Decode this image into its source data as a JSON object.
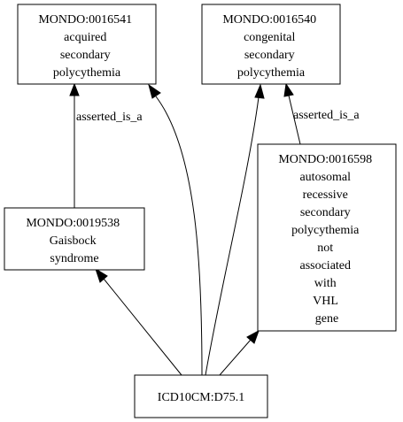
{
  "nodes": {
    "n16541": {
      "id": "MONDO:0016541",
      "label_lines": [
        "acquired",
        "secondary",
        "polycythemia"
      ]
    },
    "n16540": {
      "id": "MONDO:0016540",
      "label_lines": [
        "congenital",
        "secondary",
        "polycythemia"
      ]
    },
    "n16598": {
      "id": "MONDO:0016598",
      "label_lines": [
        "autosomal",
        "recessive",
        "secondary",
        "polycythemia",
        "not",
        "associated",
        "with",
        "VHL",
        "gene"
      ]
    },
    "n19538": {
      "id": "MONDO:0019538",
      "label_lines": [
        "Gaisbock",
        "syndrome"
      ]
    },
    "icd": {
      "id": "ICD10CM:D75.1",
      "label_lines": []
    }
  },
  "edges": [
    {
      "from": "n19538",
      "to": "n16541",
      "label": "asserted_is_a"
    },
    {
      "from": "n16598",
      "to": "n16540",
      "label": "asserted_is_a"
    },
    {
      "from": "icd",
      "to": "n16541",
      "label": ""
    },
    {
      "from": "icd",
      "to": "n16540",
      "label": ""
    },
    {
      "from": "icd",
      "to": "n19538",
      "label": ""
    },
    {
      "from": "icd",
      "to": "n16598",
      "label": ""
    }
  ]
}
